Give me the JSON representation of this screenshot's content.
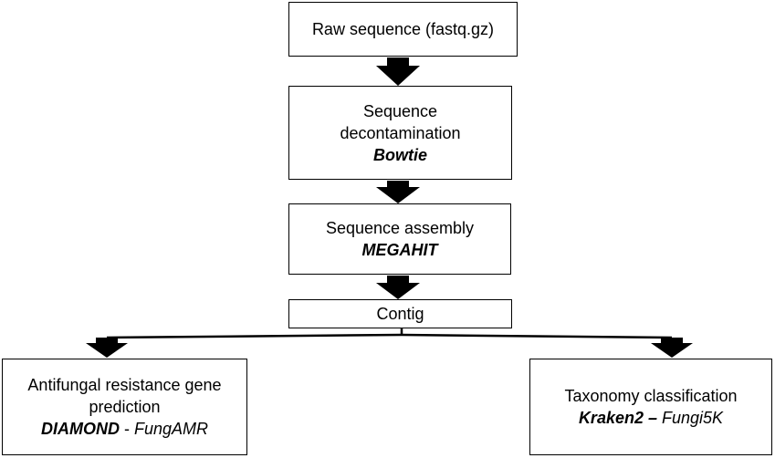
{
  "nodes": {
    "raw_sequence": {
      "label": "Raw sequence (fastq.gz)"
    },
    "decontamination": {
      "line1": "Sequence",
      "line2": "decontamination",
      "tool": "Bowtie"
    },
    "assembly": {
      "line1": "Sequence assembly",
      "tool": "MEGAHIT"
    },
    "contig": {
      "label": "Contig"
    },
    "amr": {
      "line1": "Antifungal resistance gene",
      "line2": "prediction",
      "tool": "DIAMOND",
      "separator": " - ",
      "database": "FungAMR"
    },
    "taxonomy": {
      "line1": "Taxonomy classification",
      "tool": "Kraken2",
      "separator": " – ",
      "database": "Fungi5K"
    }
  },
  "colors": {
    "stroke": "#000000",
    "background": "#ffffff"
  }
}
